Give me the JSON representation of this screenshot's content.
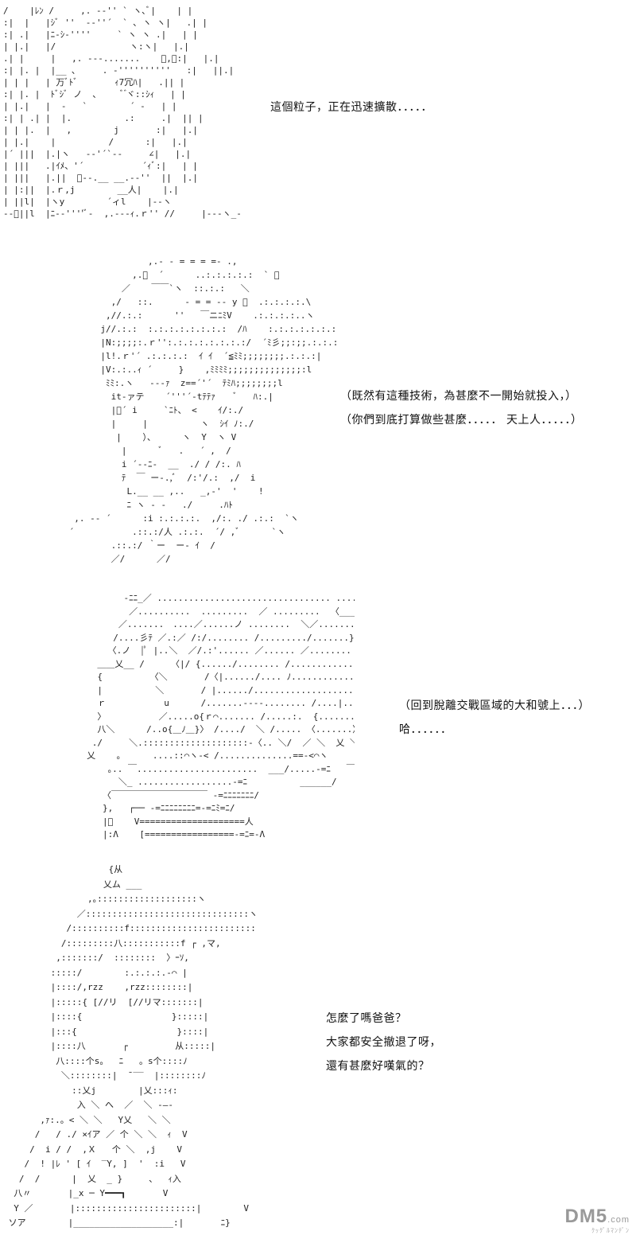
{
  "panels": [
    {
      "id": "panel-1",
      "art": "/    |ﾚﾝ /     ,. -‐'' ` ヽ､ﾞ|    | |\n:|  |   |ｼﾞ ''  -‐''´  ` ､ ヽ ヽ|   .| |\n:| .|   |ﾆ-ｼ‐''''     ` ヽ ヽ .|   | |\n| |.|   |/              ヽ:ヽ|   |.|\n.| |     |   ,. --‐.......    ゙,ﾞ:|   |.|\n:| |. |  |__ ､     . ‐''''''''''   :|   ||.|\n| | |   | 万ﾞﾄﾞ       ｨ7冗ﾊ|   .|| |\n:| |. |  ﾄﾞｼﾞ ノ  ､     ﾞ ゙ヾ::ｼｨ   | |\n| |.|   |  ‐   `        ´ ‐   | |\n:| | .| |  |.          .:     .|  || |\n| | |.  |   ,        j       :|   |.|\n| |.|    |          /      :|   |.|\n|´ |||  |.|ヽ   -‐'´`‐-     ∠|   |.|\n| |||   .|ｲﾒ、'´           ´ｨﾞ:|   | |\n| |||   |.||  ﾞ--.__ __.-‐''  ||  |.|\n| |:||  |.ｒ,j        __人|    |.|\n| ||l|  |ヽy        ´ィl    |--ヽ\n-‐ﾞ||l  |ﾆ-‐''''ﾞ-  ,.-‐‐ｨ.ｒ'' //     |‐--ヽ_-",
      "text": [
        "這個粒子，正在迅速擴散．．．．．"
      ]
    },
    {
      "id": "panel-2",
      "art": "                ,.- ‐ = = = =- .,\n             ,.ﾞ  ´      ..:.:.:.:.:  ` 、\n           ／    ￣￣`ヽ  ::.:.:   ＼\n         ,/   ::.      - = = -- y ゙  .:.:.:.:.\\\n        ,//.:.:      ''   ￣ニﾆﾐV    .:.:.:.:..ヽ\n       j//.:.:  :.:.:.:.:.:.:.:  /ﾊ    :.:.:.:.:.:.:.l\n       |N:;;;;:.ｒ'':.:.:.:.:.:.:.:/  ´ﾐ彡;;:;;.:.:.:.:|\n       |l!.ｒ'´ .:.:.:.:  ｲ ｲ  ´≦ﾐﾐ;;;;;;;;.:.:.:|\n       |V:.:..ｨ ´     }    ,ﾐﾐﾐﾐ;;;;;;;;;;;;;;:l\n        ﾐﾐ:.ヽ   ---ｧ  z==´'´  ﾃﾐﾊ;;;;;;;;l\n         it‐ァテ    ´'''´‐tﾃﾃｧ    ﾞ   ﾊ:.|\n         |ﾞ´ i     `ﾆﾄ、 <    ｲ/:./\n         |     |          ヽ  ｼｲ ﾉ:./\n          |    ）、     ヽ  Y  ヽ V\n           |      ﾞ   .   ´ ,  /\n           i ´‐-ﾆ-  __  ./ / /:. ﾊ\n           ﾃ  ￣ ー-.,ﾞ  /:'/.:  ,/  i\n            L.__ __ ,..   _,-'  '    !\n            ﾆ ヽ ‐ -   ./     .ﾊﾄ\n  ,. -‐ ´      :i :.:.:.:.  ,/:. ./ .:.:  `ヽ\n ´           .::.:/人 .:.:.  ´/ ,ﾞ      `ヽ\n         .::.:/ ｀ー  ー‐ ｲ  /\n         ／/      ／/",
      "text": [
        "（既然有這種技術，為甚麼不一開始就投入，）",
        "（你們到底打算做些甚麼．．．．． 天上人．．．．．）"
      ]
    },
    {
      "id": "panel-3",
      "art": "            ‐ﾆﾆ_／ ................................. ...... ＼/.........｡\n             ／..........  .........  ／ .........  〈____〉.......... ｡\n           ／.......　....／......ノ ........  ＼／..........ト....｡\n          /....彡ﾃ ／.:／ /:/........ /........./.......}...Ⅴ⌒ヽ\n         〈.ノ  |ﾟ |..＼  ／/.:'...... ／...... ／........  ........\n       ＿＿乂__ /     〈|/ {....../........ /............. |..........｡\n       {         〈＼       /〈|....../.... ﾉ............/........ |＼........＼\n       |          ＼       / |....../.................... |...........\n       ｒ           u      /.......----........ /....|..............|\n       〉          ／.....o{ｒ⌒....... /.....:.  {...........}\n       八＼      /..o{＿ﾉ＿}〉 /..../  ＼ /..... 〈.......〉\n      ./     ＼.::::::::::::::::::::‐〈.. ＼/  ／ ＼  乂 ＼\n     乂    ｡      ....::⌒ヽ‐< /..............==‐<⌒ヽ\n         ｡.. ￣.......................  ___/.....‐=ﾆ   ￣|\n           ＼_ ..................‐=ﾆ          ______/\n        〈￣￣￣￣￣￣￣￣￣￣￣ -=ﾆﾆﾆﾆﾆﾆﾆ/\n        },   ┌── -=ﾆﾆﾆﾆﾆﾆﾆﾆ=‐=ﾆﾐ=ﾆ/\n        |ﾟ    V====================人\n        |:Λ    [=================‐=ﾆ=‐Λ",
      "text": [
        "（回到脫離交戰區域的大和號上．．．）",
        "哈．．．．．．"
      ]
    },
    {
      "id": "panel-4",
      "art": "                    {从\n                   乂ム ___\n                ,｡:::::::::::::::::::ヽ\n              ／:::::::::::::::::::::::::::::::ヽ\n            /::::::::::f::::::::::::::::::::::::\n           /:::::::::八:::::::::::f ┌ ,マ,\n          ,:::::::/  ::::::::  〉ｰｿ,\n         :::::/        :.:.:.:.‐⌒ |\n         |::::/,rzz    ,rzz::::::::|\n         |:::::{ [//リ  [//リマ:::::::|\n         |::::{                 }:::::|\n         |:::{                   }::::|\n         |::::八       ┌         从:::::|\n          八::::个s。  ﾆ   。s个::::ﾉ\n           ＼::::::::|  ¯‾‾  |::::::::ﾉ\n             ::乂j        |乂:::ｨ:\n              入 ＼ へ  ／  ＼ -―‐\n       ,ｧ:.。< ＼ ＼   Y乂   ＼ ＼\n      /   / ./ ×ｲア ／ 个 ＼ ＼  ｨ  V\n     /  i / /  ,Ｘ   个 ＼  ,j    V\n    /  ! |ﾚ ' [ ｲ  ‾Y, ]  '  :i   V\n   /  /      |  乂  _ }     、  ｨ入\n  八〃       |_x ─ Y━━━┓       V\n  Y ／       |:::::::::::::::::::::::|        V\n ソア        |___________________:|       ﾆ}",
      "text": [
        "怎麼了嗎爸爸？",
        "大家都安全撤退了呀，",
        "還有甚麼好嘆氣的？"
      ]
    }
  ],
  "watermark": {
    "brand": "DM5",
    "domain": ".com",
    "sub": "ｸｯｸﾞﾙﾏﾝﾃﾞﾝ"
  }
}
